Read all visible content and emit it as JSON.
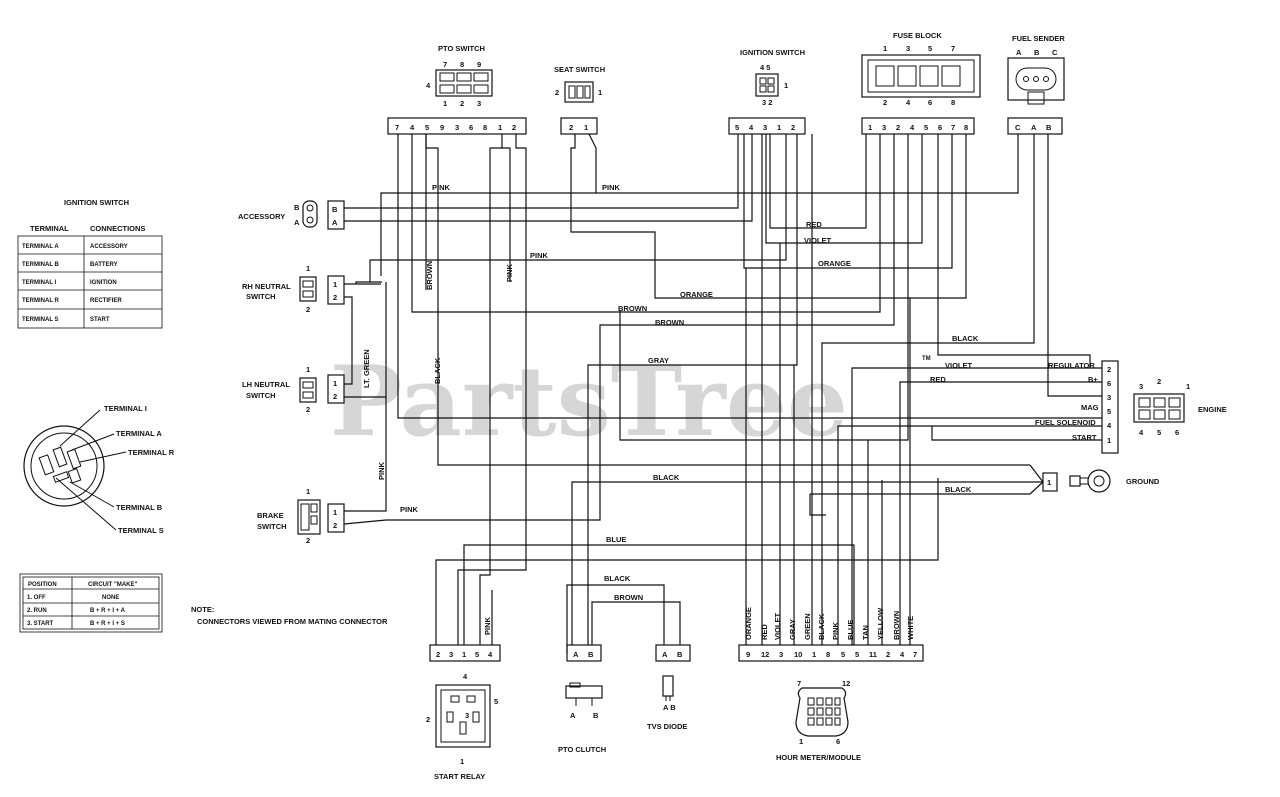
{
  "watermark": "PartsTree",
  "watermark_tm": "TM",
  "components": {
    "pto_switch": "PTO SWITCH",
    "seat_switch": "SEAT SWITCH",
    "ignition_switch": "IGNITION SWITCH",
    "fuse_block": "FUSE BLOCK",
    "fuel_sender": "FUEL SENDER",
    "accessory": "ACCESSORY",
    "rh_neutral": [
      "RH NEUTRAL",
      "SWITCH"
    ],
    "lh_neutral": [
      "LH NEUTRAL",
      "SWITCH"
    ],
    "brake_switch": [
      "BRAKE",
      "SWITCH"
    ],
    "engine": "ENGINE",
    "ground": "GROUND",
    "start_relay": "START RELAY",
    "pto_clutch": "PTO CLUTCH",
    "tvs_diode": "TVS DIODE",
    "hour_meter": "HOUR METER/MODULE"
  },
  "note": [
    "NOTE:",
    "CONNECTORS VIEWED FROM MATING CONNECTOR"
  ],
  "pins": {
    "pto_top": [
      "7",
      "8",
      "9"
    ],
    "pto_bottom": [
      "1",
      "2",
      "3"
    ],
    "pto_side": "4",
    "pto_connector": [
      "7",
      "4",
      "5",
      "9",
      "3",
      "6",
      "8",
      "1",
      "2"
    ],
    "seat_left": "2",
    "seat_right": "1",
    "seat_connector": [
      "2",
      "1"
    ],
    "ign_top": "4 5",
    "ign_right": "1",
    "ign_bottom": "3 2",
    "ign_connector": [
      "5",
      "4",
      "3",
      "1",
      "2"
    ],
    "fuse_top": [
      "1",
      "3",
      "5",
      "7"
    ],
    "fuse_bottom": [
      "2",
      "4",
      "6",
      "8"
    ],
    "fuse_connector": [
      "1",
      "3",
      "2",
      "4",
      "5",
      "6",
      "7",
      "8"
    ],
    "fuel_top": [
      "A",
      "B",
      "C"
    ],
    "fuel_connector": [
      "C",
      "A",
      "B"
    ],
    "acc_terms": [
      "B",
      "A"
    ],
    "acc_connector": [
      "B",
      "A"
    ],
    "switch_top": "1",
    "switch_bottom": "2",
    "switch_connector": [
      "1",
      "2"
    ],
    "engine_connector": [
      "2",
      "6",
      "3",
      "5",
      "4",
      "1"
    ],
    "engine_top": [
      "3",
      "2",
      "1"
    ],
    "engine_bottom": [
      "4",
      "5",
      "6"
    ],
    "ground_connector": "1",
    "relay_connector": [
      "2",
      "3",
      "1",
      "5",
      "4"
    ],
    "relay_pins": {
      "top": "4",
      "left": "2",
      "right": "5",
      "bottom": "1",
      "center": "3"
    },
    "clutch_connector": [
      "A",
      "B"
    ],
    "clutch_pins": [
      "A",
      "B"
    ],
    "tvs_connector": [
      "A",
      "B"
    ],
    "tvs_pins": "A B",
    "hour_connector": [
      "9",
      "12",
      "3",
      "10",
      "1",
      "8",
      "5",
      "5",
      "11",
      "2",
      "4",
      "7"
    ],
    "hour_pins": [
      "7",
      "12",
      "1",
      "6"
    ]
  },
  "engine_terminals": [
    "REGULATOR",
    "B+",
    "MAG",
    "FUEL SOLENOID",
    "START"
  ],
  "wire_labels": {
    "pink_1": "PINK",
    "pink_2": "PINK",
    "pink_3": "PINK",
    "pink_4": "PINK",
    "pink_5": "PINK",
    "pink_6": "PINK",
    "brown_v": "BROWN",
    "pink_v": "PINK",
    "lt_green": "LT. GREEN",
    "black_v": "BLACK",
    "red_1": "RED",
    "violet_1": "VIOLET",
    "orange_1": "ORANGE",
    "orange_2": "ORANGE",
    "brown_1": "BROWN",
    "brown_2": "BROWN",
    "gray": "GRAY",
    "black_1": "BLACK",
    "violet_2": "VIOLET",
    "red_2": "RED",
    "black_2": "BLACK",
    "black_3": "BLACK",
    "blue": "BLUE",
    "black_4": "BLACK",
    "brown_3": "BROWN"
  },
  "hour_wire_labels": [
    "ORANGE",
    "RED",
    "VIOLET",
    "GRAY",
    "GREEN",
    "BLACK",
    "PINK",
    "BLUE",
    "TAN",
    "YELLOW",
    "BROWN",
    "WHITE"
  ],
  "ignition_table": {
    "title": "IGNITION SWITCH",
    "headers": [
      "TERMINAL",
      "CONNECTIONS"
    ],
    "rows": [
      [
        "TERMINAL  A",
        "ACCESSORY"
      ],
      [
        "TERMINAL  B",
        "BATTERY"
      ],
      [
        "TERMINAL  I",
        "IGNITION"
      ],
      [
        "TERMINAL  R",
        "RECTIFIER"
      ],
      [
        "TERMINAL  S",
        "START"
      ]
    ]
  },
  "terminal_callouts": [
    "TERMINAL I",
    "TERMINAL A",
    "TERMINAL R",
    "TERMINAL B",
    "TERMINAL S"
  ],
  "position_table": {
    "headers": [
      "POSITION",
      "CIRCUIT \"MAKE\""
    ],
    "rows": [
      [
        "1. OFF",
        "NONE"
      ],
      [
        "2. RUN",
        "B + R + I + A"
      ],
      [
        "3. START",
        "B + R + I + S"
      ]
    ]
  }
}
